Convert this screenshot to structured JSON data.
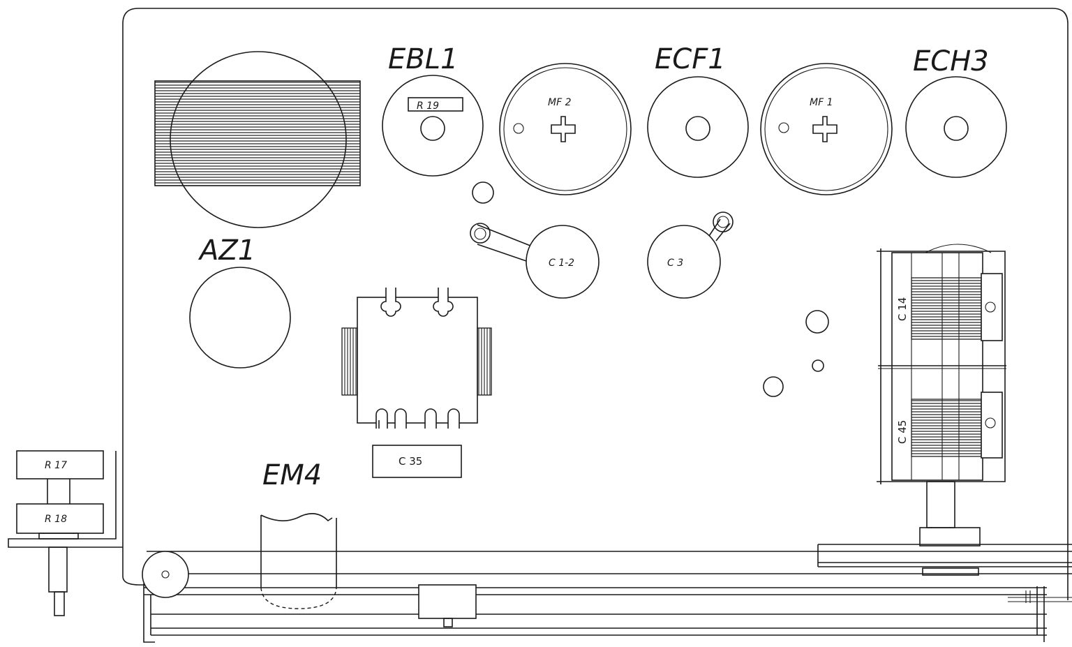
{
  "tubes": {
    "ebl1": "EBL1",
    "ecf1": "ECF1",
    "ech3": "ECH3",
    "az1": "AZ1",
    "em4": "EM4"
  },
  "components": {
    "r19": "R 19",
    "mf2": "MF 2",
    "mf1": "MF 1",
    "c12": "C 1-2",
    "c3": "C 3",
    "c14": "C 14",
    "c45": "C 45",
    "c35": "C 35",
    "r17": "R 17",
    "r18": "R 18"
  }
}
